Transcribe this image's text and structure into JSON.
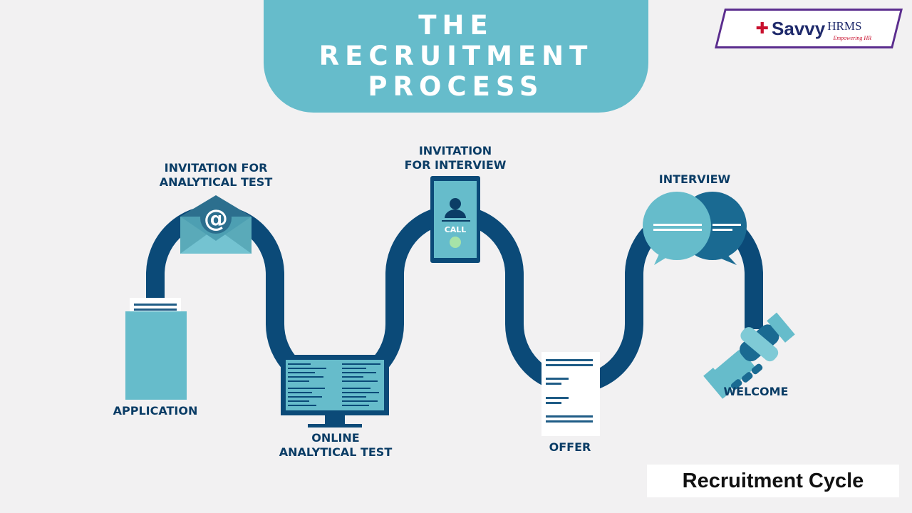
{
  "title": "THE\nRECRUITMENT\nPROCESS",
  "brand": {
    "name": "Savvy",
    "suffix": "HRMS",
    "tagline": "Empowering HR"
  },
  "caption": "Recruitment Cycle",
  "colors": {
    "path": "#0b4a78",
    "accent": "#66bccb",
    "dark_text": "#0b3d66",
    "call_dot": "#a6e3a8"
  },
  "steps": [
    {
      "label": "APPLICATION",
      "icon": "document-folder-icon"
    },
    {
      "label": "INVITATION FOR\nANALYTICAL TEST",
      "icon": "email-envelope-icon"
    },
    {
      "label": "ONLINE\nANALYTICAL TEST",
      "icon": "computer-monitor-icon"
    },
    {
      "label": "INVITATION\nFOR INTERVIEW",
      "icon": "phone-call-icon"
    },
    {
      "label": "OFFER",
      "icon": "offer-letter-icon"
    },
    {
      "label": "INTERVIEW",
      "icon": "speech-bubbles-icon"
    },
    {
      "label": "WELCOME",
      "icon": "handshake-icon"
    }
  ],
  "phone_call_label": "CALL",
  "email_symbol": "@"
}
